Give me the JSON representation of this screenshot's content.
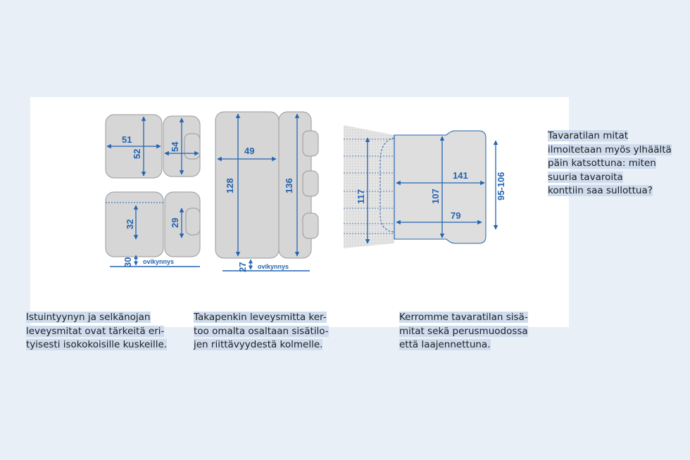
{
  "seats": {
    "front_seat_width": "51",
    "front_seat_depth": "52",
    "front_back_width": "54",
    "rear_seat_depth": "32",
    "rear_back_width": "29",
    "front_sill": "30",
    "sill_label": "ovikynnys"
  },
  "bench": {
    "seat_width": "49",
    "seat_depth": "128",
    "back_height": "136",
    "sill": "27",
    "sill_label": "ovikynnys"
  },
  "cargo": {
    "extended_depth": "117",
    "depth": "107",
    "length": "141",
    "width_range": "95-106",
    "between_wheels": "79"
  },
  "captions": {
    "left": [
      "Istuintyynyn ja selkänojan",
      "leveysmitat ovat tärkeitä eri-",
      "tyisesti isokokoisille kuskeille."
    ],
    "middle": [
      "Takapenkin leveysmitta ker-",
      "too omalta osaltaan sisätilo-",
      "jen riittävyydestä kolmelle."
    ],
    "right": [
      "Kerromme tavaratilan sisä-",
      "mitat sekä perusmuodossa",
      "että laajennettuna."
    ],
    "top_right": [
      "Tavaratilan mitat",
      "ilmoitetaan myös ylhäältä",
      "päin katsottuna: miten",
      "suuria tavaroita",
      "konttiin saa sullottua?"
    ]
  }
}
